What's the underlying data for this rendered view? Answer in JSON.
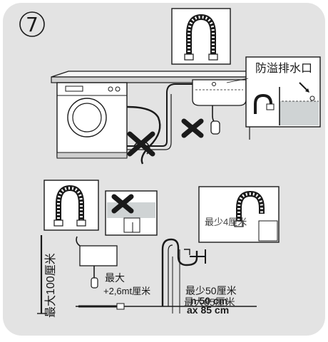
{
  "figure": {
    "step_number": "7",
    "overflow_label": "防溢排水口",
    "vertical_dimension": "最大100厘米",
    "max_label": "最大",
    "height_label": "+2,6mt厘米",
    "min_label": "最少50厘米",
    "min_metric": "n 50 cm",
    "max_label2": "最大85厘米",
    "max_metric": "ax 85 cm",
    "inset_note": "最少4厘米"
  },
  "colors": {
    "background": "#e3e3e3",
    "panel": "#ffffff",
    "line": "#1a1a1a",
    "water": "#cfd3d4",
    "counter": "#d0d0d0"
  },
  "icons": [
    "hose-icon",
    "cross-icon",
    "washing-machine-icon",
    "sink-icon",
    "tap-icon",
    "water-tank-icon"
  ]
}
